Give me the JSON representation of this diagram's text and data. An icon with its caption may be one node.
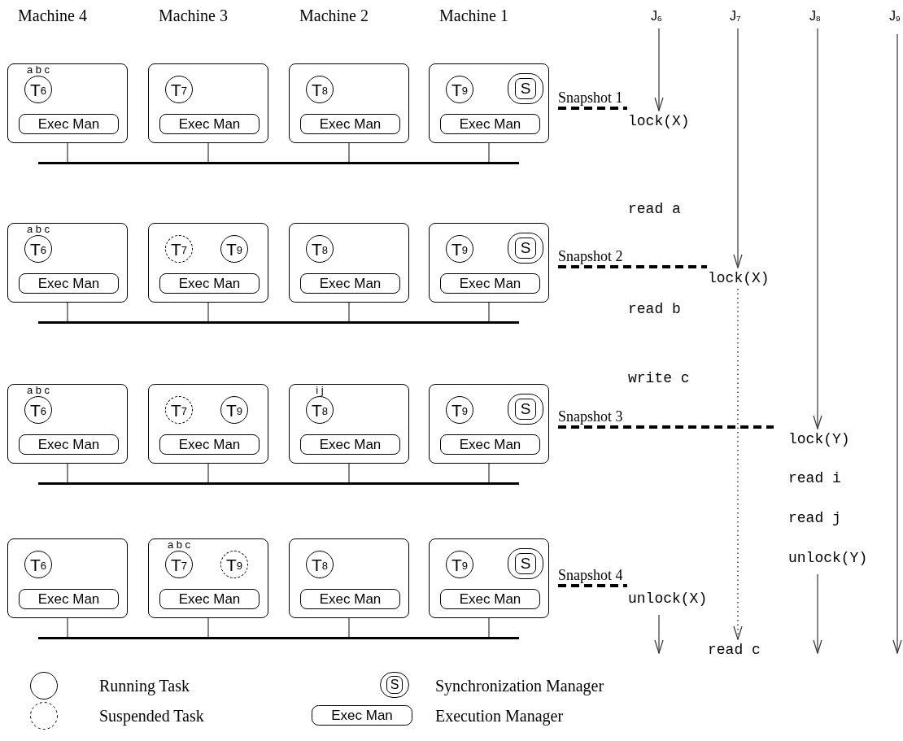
{
  "diagram": {
    "nodes": [
      {
        "text": [],
        "shape": "box"
      },
      {
        "text": [
          "T$_{6}$"
        ],
        "beside": [
          "a b c"
        ],
        "in": 0
      },
      {
        "text": [
          "Exec Man"
        ],
        "in": 0
      },
      {
        "text": [],
        "shape": "box"
      },
      {
        "text": [
          "T$_{7}$"
        ],
        "in": 3
      },
      {
        "text": [
          "Exec Man"
        ],
        "in": 3
      },
      {
        "text": [],
        "shape": "box"
      },
      {
        "text": [
          "T$_{8}$"
        ],
        "in": 6
      },
      {
        "text": [
          "Exec Man"
        ],
        "in": 6
      },
      {
        "text": [],
        "shape": "box"
      },
      {
        "text": [
          "T$_{9}$"
        ],
        "in": 9
      },
      {
        "text": [
          "S"
        ],
        "in": 9
      },
      {
        "text": [
          "Exec Man"
        ],
        "in": 9
      },
      {
        "text": [],
        "shape": "bar"
      },
      {
        "text": [],
        "shape": "box"
      },
      {
        "text": [
          "T$_{6}$"
        ],
        "beside": [
          "a b c"
        ],
        "in": 14
      },
      {
        "text": [
          "Exec Man"
        ],
        "in": 14
      },
      {
        "text": [],
        "shape": "box"
      },
      {
        "text": [
          "T$_{7}$"
        ],
        "in": 17
      },
      {
        "text": [
          "T$_{9}$"
        ],
        "in": 17
      },
      {
        "text": [
          "Exec Man"
        ],
        "in": 17
      },
      {
        "text": [],
        "shape": "box"
      },
      {
        "text": [
          "T$_{8}$"
        ],
        "in": 21
      },
      {
        "text": [
          "Exec Man"
        ],
        "in": 21
      },
      {
        "text": [],
        "shape": "box"
      },
      {
        "text": [
          "T$_{9}$"
        ],
        "in": 24
      },
      {
        "text": [
          "S"
        ],
        "in": 24
      },
      {
        "text": [
          "Exec Man"
        ],
        "in": 24
      },
      {
        "text": [],
        "shape": "bar"
      },
      {
        "text": [],
        "shape": "box"
      },
      {
        "text": [
          "T$_{6}$"
        ],
        "beside": [
          "a b c"
        ],
        "in": 29
      },
      {
        "text": [
          "Exec Man"
        ],
        "in": 29
      },
      {
        "text": [],
        "shape": "box"
      },
      {
        "text": [
          "T$_{7}$"
        ],
        "in": 32
      },
      {
        "text": [
          "T$_{9}$"
        ],
        "in": 32
      },
      {
        "text": [
          "Exec Man"
        ],
        "in": 32
      },
      {
        "text": [],
        "shape": "box"
      },
      {
        "text": [
          "T$_{8}$"
        ],
        "beside": [
          "i j"
        ],
        "in": 36
      },
      {
        "text": [
          "Exec Man"
        ],
        "in": 36
      },
      {
        "text": [],
        "shape": "box"
      },
      {
        "text": [
          "T$_{9}$"
        ],
        "in": 39
      },
      {
        "text": [
          "S"
        ],
        "in": 39
      },
      {
        "text": [
          "Exec Man"
        ],
        "in": 39
      },
      {
        "text": [],
        "shape": "bar"
      },
      {
        "text": [],
        "shape": "box"
      },
      {
        "text": [
          "T$_{6}$"
        ],
        "in": 44
      },
      {
        "text": [
          "Exec Man"
        ],
        "in": 44
      },
      {
        "text": [],
        "shape": "box"
      },
      {
        "text": [
          "T$_{7}$"
        ],
        "beside": [
          "a b c"
        ],
        "in": 47
      },
      {
        "text": [
          "T$_{9}$"
        ],
        "in": 47
      },
      {
        "text": [
          "Exec Man"
        ],
        "in": 47
      },
      {
        "text": [],
        "shape": "box"
      },
      {
        "text": [
          "T$_{8}$"
        ],
        "in": 51
      },
      {
        "text": [
          "Exec Man"
        ],
        "in": 51
      },
      {
        "text": [],
        "shape": "box"
      },
      {
        "text": [
          "T$_{9}$"
        ],
        "in": 54
      },
      {
        "text": [
          "S"
        ],
        "in": 54
      },
      {
        "text": [
          "Exec Man"
        ],
        "in": 54
      },
      {
        "text": [],
        "shape": "bar"
      },
      {
        "text": [
          "J$_{6}$"
        ]
      },
      {
        "text": [
          "J$_{7}$"
        ]
      },
      {
        "text": [
          "J$_{8}$"
        ]
      },
      {
        "text": [
          "J$_{9}$"
        ]
      },
      {
        "text": [
          "lock(X)"
        ]
      },
      {
        "text": [
          "lock(X)"
        ]
      },
      {
        "text": [
          "lock(Y)"
        ]
      },
      {
        "text": [
          "unlock(Y)"
        ]
      },
      {
        "text": [
          "unlock(X)"
        ]
      },
      {
        "text": [
          "read c"
        ]
      },
      {
        "text": [
          "Snapshot 1"
        ]
      },
      {
        "text": [
          "Snapshot 2"
        ]
      },
      {
        "text": [
          "Snapshot 3"
        ]
      },
      {
        "text": [
          "Snapshot 4"
        ]
      }
    ],
    "edges": [
      {
        "from": 0,
        "to": 13,
        "arrow": "none"
      },
      {
        "from": 3,
        "to": 13,
        "arrow": "none"
      },
      {
        "from": 6,
        "to": 13,
        "arrow": "none"
      },
      {
        "from": 9,
        "to": 13,
        "arrow": "none"
      },
      {
        "from": 14,
        "to": 28,
        "arrow": "none"
      },
      {
        "from": 17,
        "to": 28,
        "arrow": "none"
      },
      {
        "from": 21,
        "to": 28,
        "arrow": "none"
      },
      {
        "from": 24,
        "to": 28,
        "arrow": "none"
      },
      {
        "from": 29,
        "to": 43,
        "arrow": "none"
      },
      {
        "from": 32,
        "to": 43,
        "arrow": "none"
      },
      {
        "from": 36,
        "to": 43,
        "arrow": "none"
      },
      {
        "from": 39,
        "to": 43,
        "arrow": "none"
      },
      {
        "from": 44,
        "to": 58,
        "arrow": "none"
      },
      {
        "from": 47,
        "to": 58,
        "arrow": "none"
      },
      {
        "from": 51,
        "to": 58,
        "arrow": "none"
      },
      {
        "from": 54,
        "to": 58,
        "arrow": "none"
      },
      {
        "from": 59,
        "to": 63,
        "arrow": "to"
      },
      {
        "from": 60,
        "to": 64,
        "arrow": "to"
      },
      {
        "from": 64,
        "to": 68,
        "arrow": "to",
        "style": "dashed"
      },
      {
        "from": 61,
        "to": 65,
        "arrow": "to"
      },
      {
        "from": 66,
        "to": null,
        "arrow": "to"
      },
      {
        "from": 67,
        "to": null,
        "arrow": "to"
      },
      {
        "from": 62,
        "to": null,
        "arrow": "to"
      },
      {
        "from": 69,
        "to": 63,
        "arrow": "none",
        "style": "dashed"
      },
      {
        "from": 70,
        "to": 64,
        "arrow": "none",
        "style": "dashed"
      },
      {
        "from": 71,
        "to": 65,
        "arrow": "none",
        "style": "dashed"
      },
      {
        "from": 72,
        "to": 67,
        "arrow": "none",
        "style": "dashed"
      }
    ],
    "labels": [
      "Machine 4",
      "Machine 3",
      "Machine 2",
      "Machine 1",
      "read a",
      "read b",
      "write c",
      "read i",
      "read j",
      "S",
      "Exec Man"
    ],
    "legend": [
      {
        "text": "Running Task"
      },
      {
        "text": "Synchronization Manager"
      },
      {
        "text": "Suspended Task"
      },
      {
        "text": "Execution Manager"
      }
    ]
  }
}
